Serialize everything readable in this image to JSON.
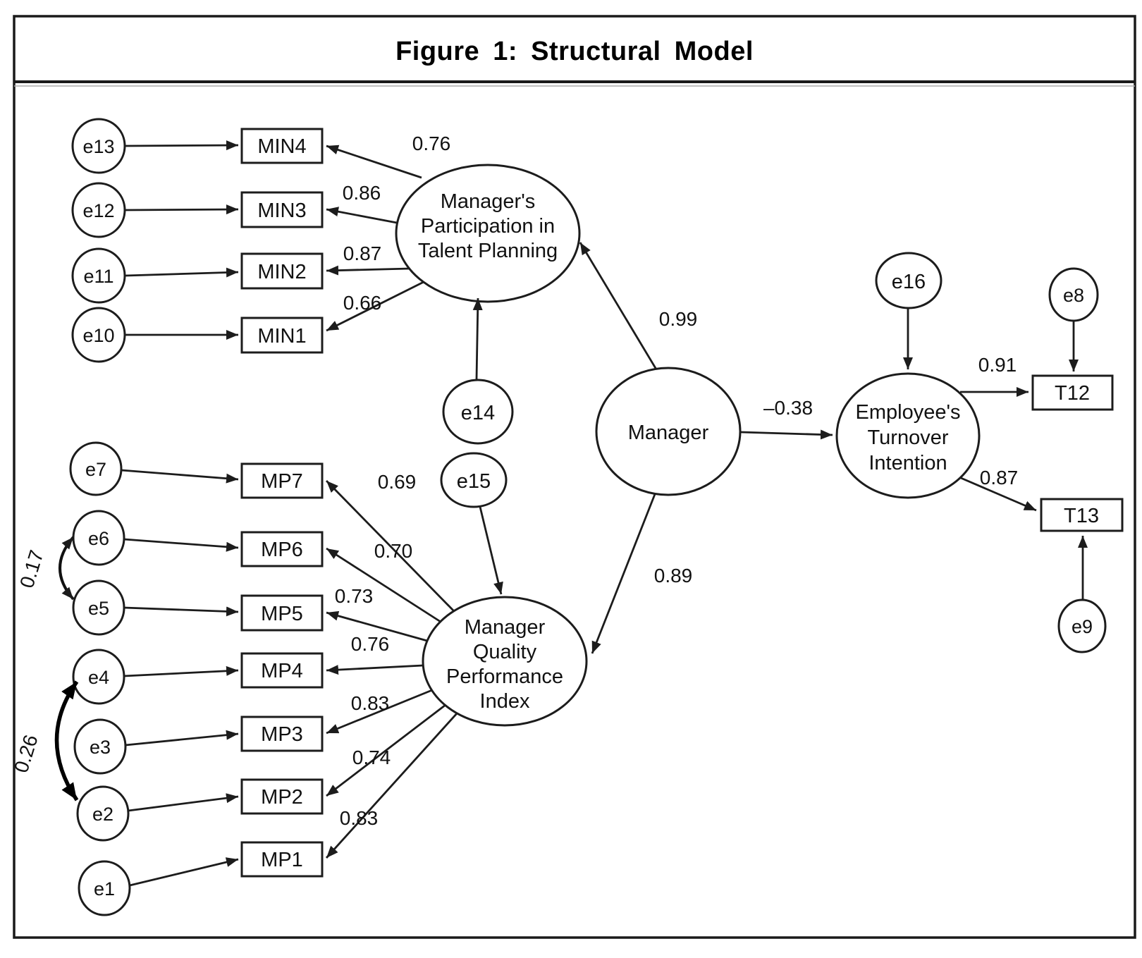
{
  "title": "Figure 1: Structural Model",
  "latents": {
    "talent": {
      "lines": [
        "Manager's",
        "Participation in",
        "Talent Planning"
      ]
    },
    "quality": {
      "lines": [
        "Manager",
        "Quality",
        "Performance",
        "Index"
      ]
    },
    "manager": {
      "label": "Manager"
    },
    "turnover": {
      "lines": [
        "Employee's",
        "Turnover",
        "Intention"
      ]
    }
  },
  "structural_paths": {
    "manager_to_talent": "0.99",
    "manager_to_quality": "0.89",
    "manager_to_turnover": "–0.38"
  },
  "measurement_min": [
    {
      "error": "e13",
      "label": "MIN4",
      "loading": "0.76"
    },
    {
      "error": "e12",
      "label": "MIN3",
      "loading": "0.86"
    },
    {
      "error": "e11",
      "label": "MIN2",
      "loading": "0.87"
    },
    {
      "error": "e10",
      "label": "MIN1",
      "loading": "0.66"
    }
  ],
  "measurement_mp": [
    {
      "error": "e7",
      "label": "MP7",
      "loading": "0.69"
    },
    {
      "error": "e6",
      "label": "MP6",
      "loading": "0.70"
    },
    {
      "error": "e5",
      "label": "MP5",
      "loading": "0.73"
    },
    {
      "error": "e4",
      "label": "MP4",
      "loading": "0.76"
    },
    {
      "error": "e3",
      "label": "MP3",
      "loading": "0.83"
    },
    {
      "error": "e2",
      "label": "MP2",
      "loading": "0.74"
    },
    {
      "error": "e1",
      "label": "MP1",
      "loading": "0.83"
    }
  ],
  "measurement_t": [
    {
      "error": "e8",
      "label": "T12",
      "loading": "0.91"
    },
    {
      "error": "e9",
      "label": "T13",
      "loading": "0.87"
    }
  ],
  "extra_errors": {
    "talent_disturbance": "e14",
    "quality_disturbance": "e15",
    "turnover_disturbance": "e16"
  },
  "covariances": [
    {
      "between": "e6-e5",
      "value": "0.17"
    },
    {
      "between": "e4-e2",
      "value": "0.26"
    }
  ]
}
